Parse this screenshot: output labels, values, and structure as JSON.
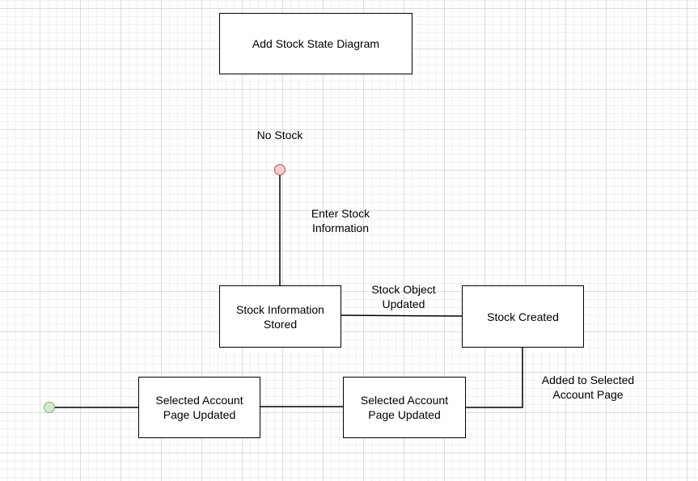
{
  "diagram": {
    "title": "Add Stock State Diagram",
    "start_label": "No Stock",
    "nodes": {
      "stock_information_stored": "Stock Information\nStored",
      "stock_created": "Stock Created",
      "selected_account_page_updated_a": "Selected Account\nPage Updated",
      "selected_account_page_updated_b": "Selected Account\nPage Updated"
    },
    "edges": {
      "enter_stock_information": "Enter Stock\nInformation",
      "stock_object_updated": "Stock Object\nUpdated",
      "added_to_selected_account_page": "Added to Selected\nAccount Page"
    }
  },
  "colors": {
    "start_fill": "#f8cecc",
    "start_stroke": "#b85450",
    "end_fill": "#d5e8d4",
    "end_stroke": "#82b366",
    "line": "#000000"
  }
}
